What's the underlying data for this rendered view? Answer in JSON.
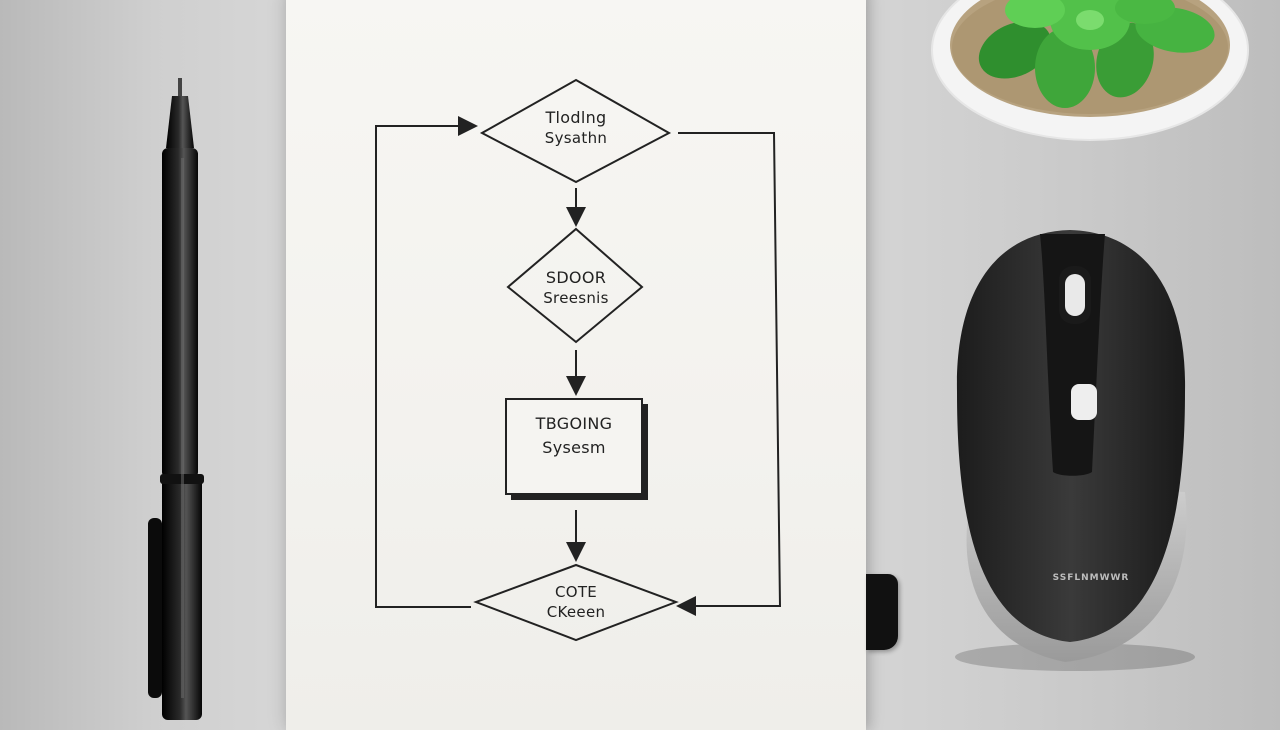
{
  "flowchart": {
    "nodes": [
      {
        "shape": "diamond",
        "line1": "Tlodlng",
        "line2": "Sysathn"
      },
      {
        "shape": "diamond",
        "line1": "SDOOR",
        "line2": "Sreesnis"
      },
      {
        "shape": "rectangle",
        "line1": "TBGOING",
        "line2": "Sysesm"
      },
      {
        "shape": "diamond",
        "line1": "COTE",
        "line2": "CKeeen"
      }
    ]
  },
  "mouse": {
    "brand_text": "SSFLNMWWR"
  },
  "colors": {
    "desk": "#d3d3d3",
    "paper": "#f5f4f1",
    "ink": "#222222",
    "mouse_body": "#2c2c2c",
    "plant_green": "#3fa63a"
  },
  "icons": [
    "pen-icon",
    "succulent-plant-icon",
    "computer-mouse-icon"
  ]
}
